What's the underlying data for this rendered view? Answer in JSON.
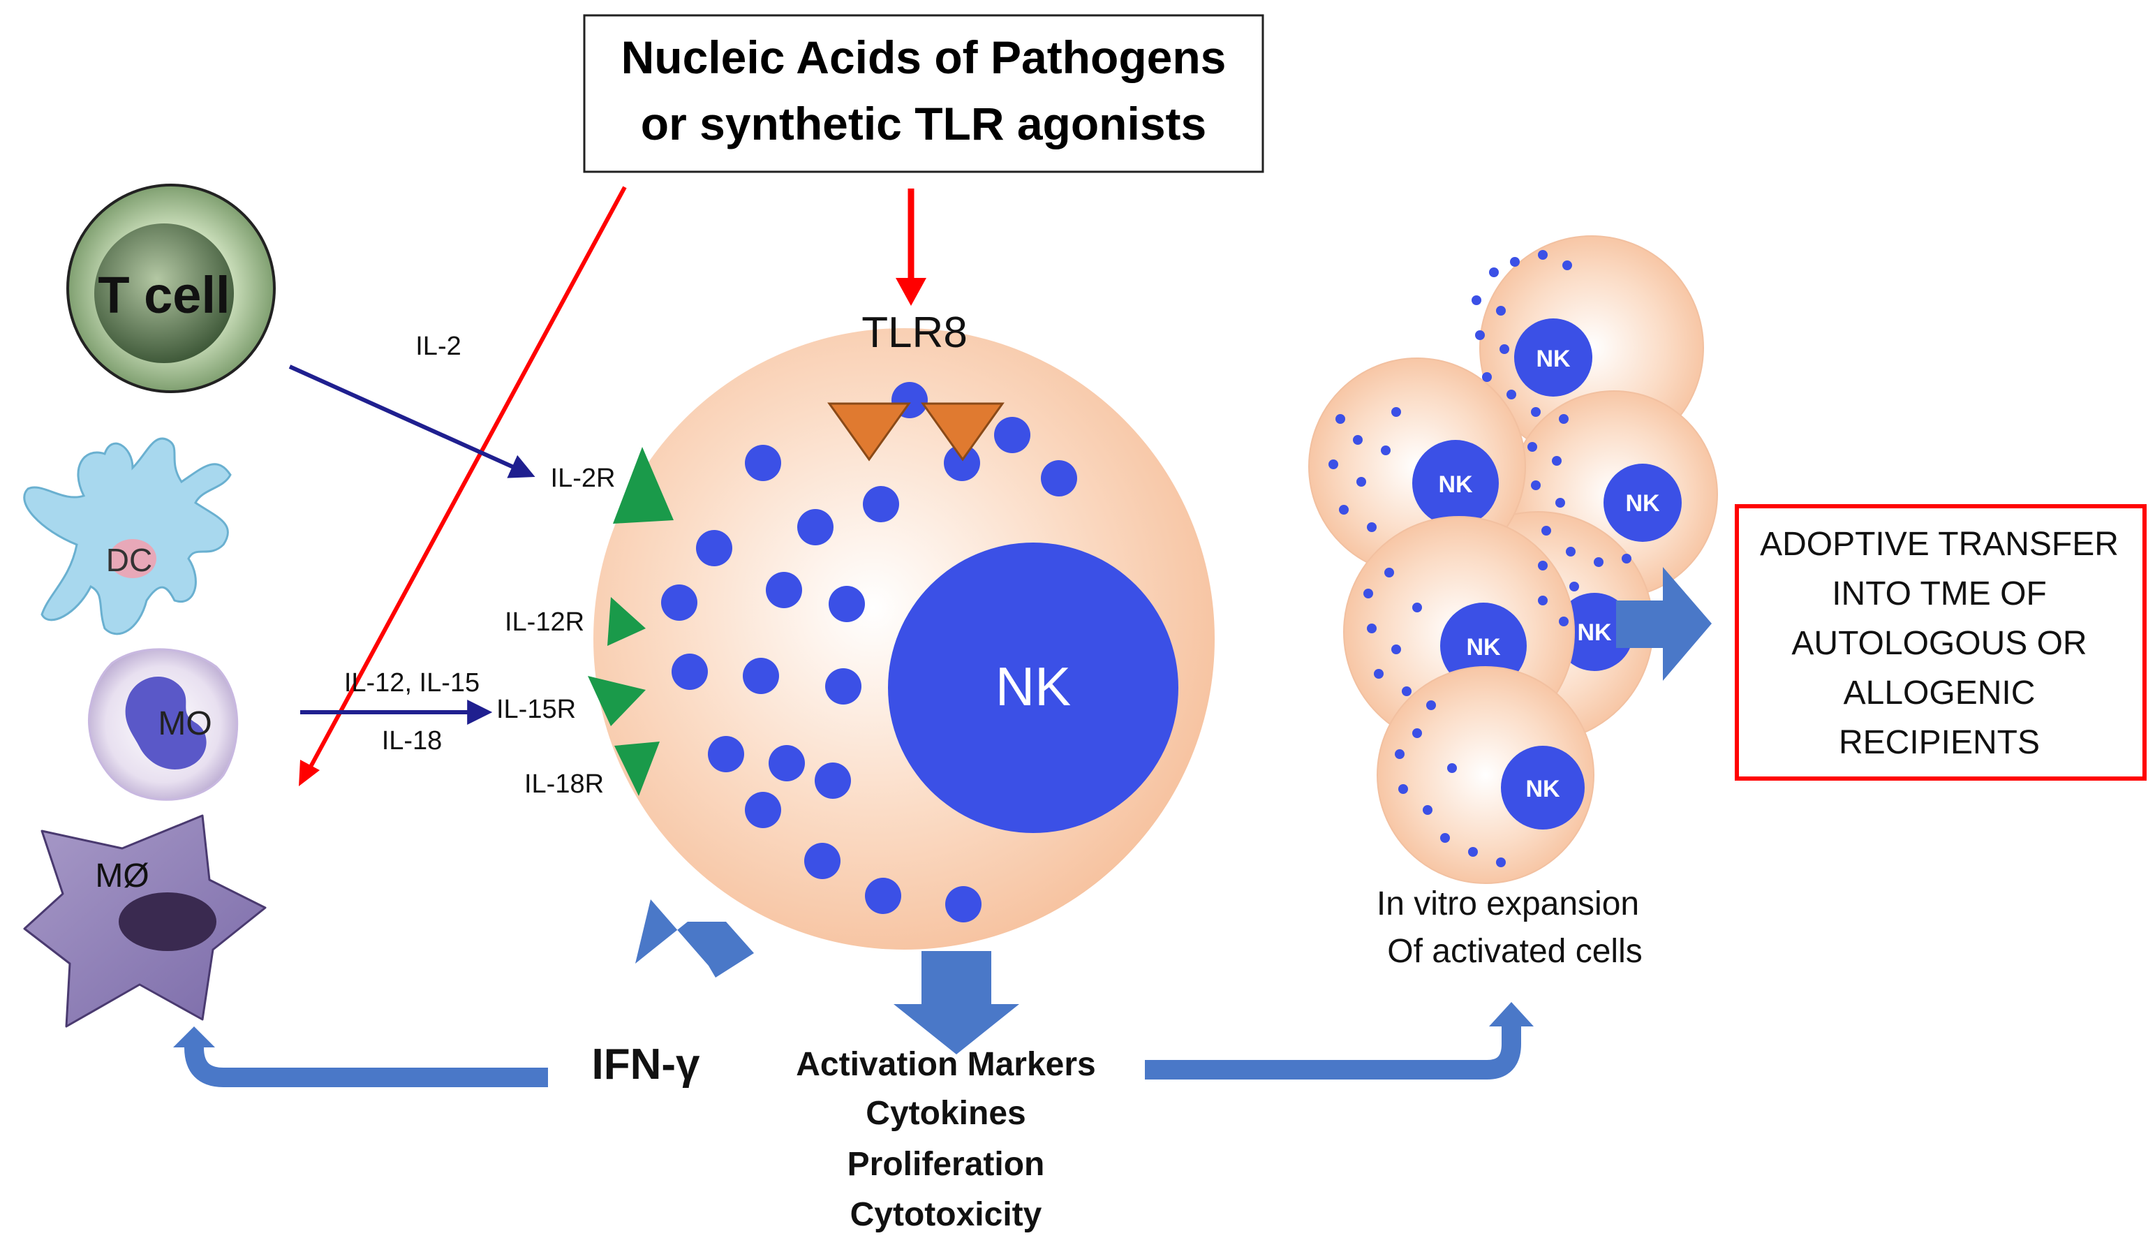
{
  "source_box": {
    "line1": "Nucleic Acids of Pathogens",
    "line2": "or synthetic TLR agonists"
  },
  "receptor": "TLR8",
  "cells": {
    "t_cell": "T cell",
    "dc": "DC",
    "mo": "MO",
    "macrophage": "MØ",
    "nk": "NK"
  },
  "cytokines": {
    "il2": "IL-2",
    "il12_il15": "IL-12, IL-15",
    "il18": "IL-18"
  },
  "receptors": {
    "il2r": "IL-2R",
    "il12r": "IL-12R",
    "il15r": "IL-15R",
    "il18r": "IL-18R"
  },
  "ifn": "IFN-γ",
  "outcomes": [
    "Activation Markers",
    "Cytokines",
    "Proliferation",
    "Cytotoxicity"
  ],
  "expansion": {
    "line1": "In vitro expansion",
    "line2": "Of activated cells"
  },
  "transfer": [
    "ADOPTIVE TRANSFER",
    "INTO TME OF",
    "AUTOLOGOUS OR",
    "ALLOGENIC",
    "RECIPIENTS"
  ],
  "colors": {
    "red": "#ff0000",
    "navy": "#1f1f8f",
    "nucleus_blue": "#3b50e6",
    "cell_peach": "#f7c4a0",
    "receptor_green": "#1a9a4a",
    "tlr_orange": "#e07a30",
    "flow_blue": "#4a78c8"
  }
}
